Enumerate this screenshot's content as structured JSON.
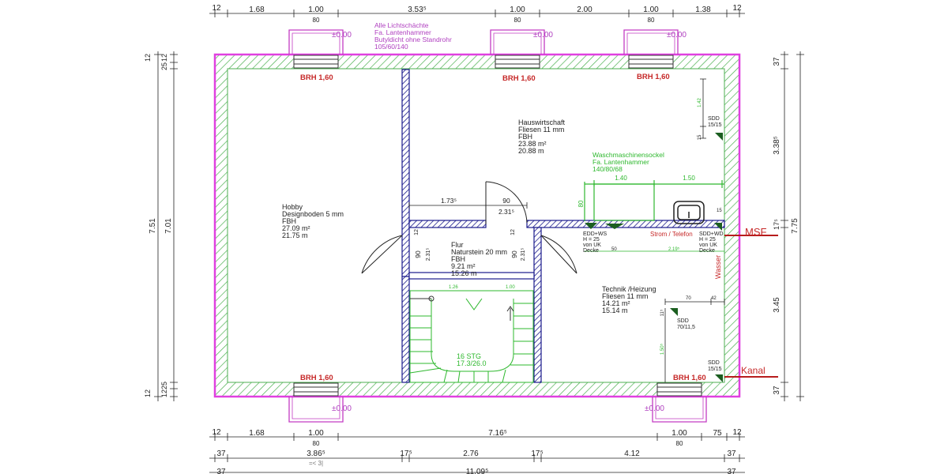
{
  "colors": {
    "outer_wall": "#e040e0",
    "hatch_green": "#4caf50",
    "inner_wall": "#1a1a8c",
    "brh_red": "#c62828",
    "purple_note": "#b040c0",
    "green_note": "#2eb82e",
    "dim_line": "#222222",
    "magenta_box": "#c43cc4",
    "red_wire": "#b71c1c"
  },
  "top_dims": {
    "row1": [
      "12",
      "1.68",
      "1.00",
      "3.53⁵",
      "1.00",
      "2.00",
      "1.00",
      "1.38",
      "12"
    ],
    "row1_sub": [
      "80",
      "80",
      "80"
    ]
  },
  "bottom_dims": {
    "row1": [
      "12",
      "1.68",
      "1.00",
      "7.16⁵",
      "1.00",
      "75",
      "12"
    ],
    "row1_sub": [
      "80",
      "80"
    ],
    "row2": [
      "37",
      "3.86⁵",
      "17⁵",
      "2.76",
      "17⁵",
      "4.12",
      "37"
    ],
    "row2_sub": "=< 3|",
    "row3": [
      "37",
      "11.09⁵",
      "37"
    ]
  },
  "left_dims": {
    "outer": "7.51",
    "inner": "7.01",
    "small_top": [
      "12",
      "12",
      "25"
    ],
    "small_bottom": [
      "12",
      "12",
      "25"
    ]
  },
  "right_dims": {
    "outer": "7.75",
    "segments": [
      "37",
      "3.38⁵",
      "17⁵",
      "3.45",
      "37"
    ]
  },
  "lightwells": {
    "zero_label": "±0.00",
    "brh_label": "BRH 1,60",
    "note": [
      "Alle Lichtschächte",
      "Fa. Lantenhammer",
      "Butyldicht ohne Standrohr",
      "105/60/140"
    ]
  },
  "rooms": {
    "hobby": [
      "Hobby",
      "Designboden 5 mm",
      "FBH",
      "27.09 m²",
      "21.75 m"
    ],
    "hauswirtschaft": [
      "Hauswirtschaft",
      "Fliesen 11 mm",
      "FBH",
      "23.88 m²",
      "20.88 m"
    ],
    "flur": [
      "Flur",
      "Naturstein 20 mm",
      "FBH",
      "9.21 m²",
      "15.26 m"
    ],
    "technik": [
      "Technik /Heizung",
      "Fliesen 11 mm",
      "14.21 m²",
      "15.14 m"
    ]
  },
  "washer": {
    "note": [
      "Waschmaschinensockel",
      "Fa. Lantenhammer",
      "140/80/68"
    ],
    "dim_140": "1.40",
    "dim_150": "1.50",
    "dim_80": "80"
  },
  "stairs": {
    "label": "16 STG",
    "sub": "17.3/26.0",
    "dims": [
      "1.26",
      "1.00"
    ]
  },
  "door_dims": {
    "width_173": "1.73⁵",
    "width_90": "90",
    "height_231": "2.31⁵",
    "left_90": "90",
    "left_231": "2.31⁵",
    "left_12": "12",
    "right_90": "90",
    "right_231": "2.31⁵",
    "right_12": "12"
  },
  "service": {
    "edd_ws": [
      "EDD+WS",
      "H = 25",
      "von UK",
      "Decke"
    ],
    "sdd_wd": [
      "SDD+WD",
      "H = 25",
      "von UK",
      "Decke"
    ],
    "strom": "Strom / Telefon",
    "msf": "MSF",
    "wasser": "Wasser",
    "kanal": "Kanal",
    "sdd_top": [
      "SDD",
      "15/15"
    ],
    "sdd_bottom": [
      "SDD",
      "15/15"
    ],
    "sdd_mid": [
      "SDD",
      "70/11,5"
    ],
    "dim_142": "1.42",
    "dim_15": "15",
    "dim_15b": "15",
    "dim_50": "50",
    "dim_219": "2.19⁵",
    "dim_70": "70",
    "dim_42": "42",
    "dim_11": "11⁵",
    "dim_150v": "1.50⁵"
  }
}
